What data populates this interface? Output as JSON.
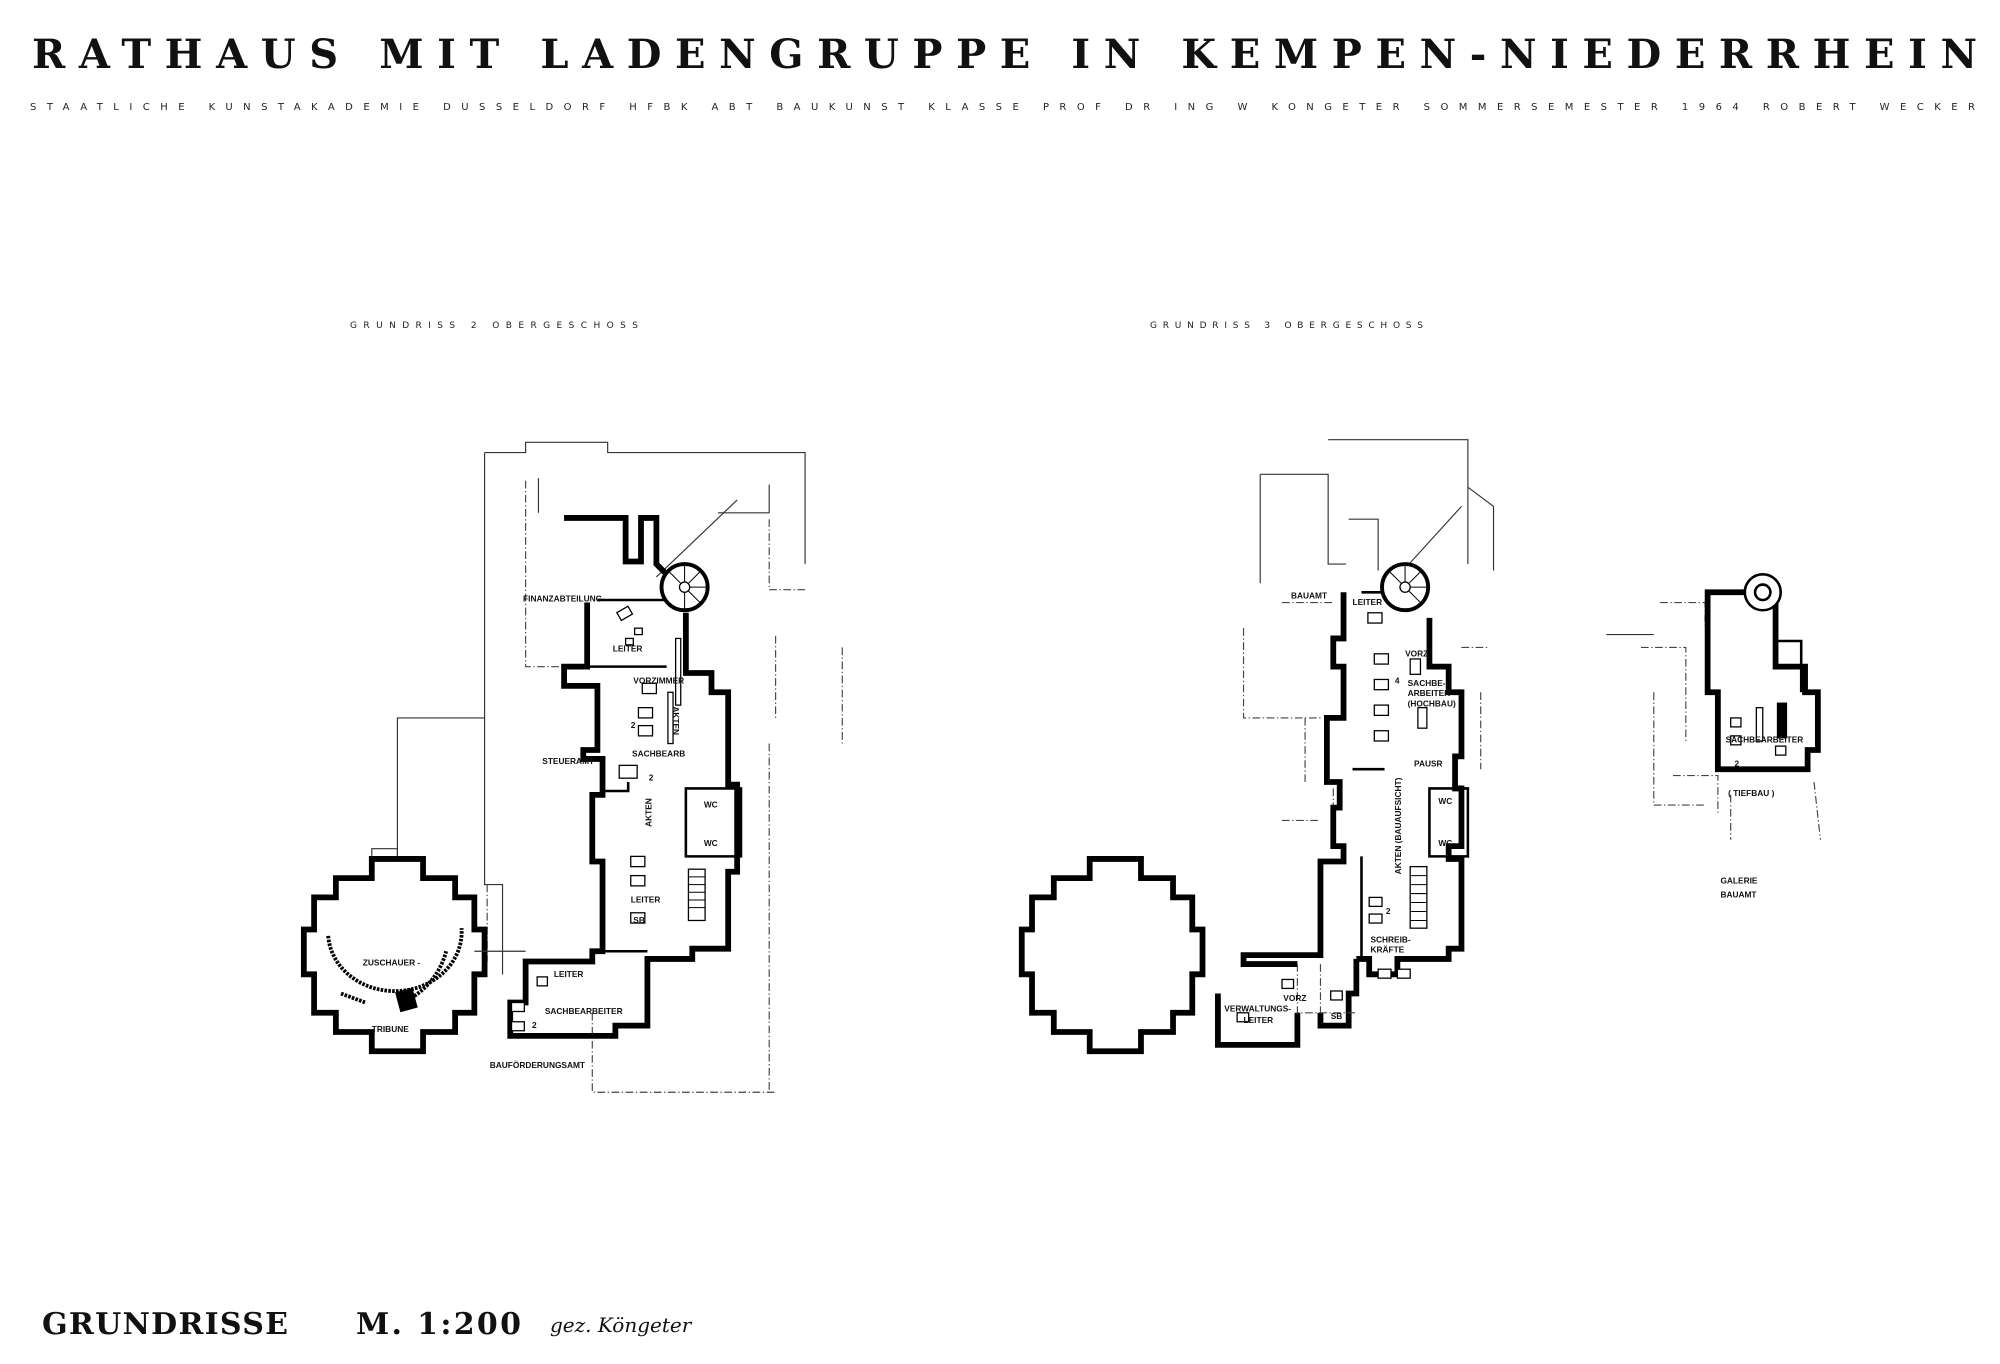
{
  "header": {
    "title": "RATHAUS MIT LADENGRUPPE IN KEMPEN-NIEDERRHEIN",
    "subtitle": "STAATLICHE KUNSTAKADEMIE DUSSELDORF HFBK ABT BAUKUNST KLASSE PROF DR ING W KONGETER SOMMERSEMESTER 1964 ROBERT WECKER"
  },
  "plans": [
    {
      "title": "GRUNDRISS 2 OBERGESCHOSS",
      "labels": {
        "finanz": "FINANZABTEILUNG",
        "leiter1": "LEITER",
        "vorzimmer": "VORZIMMER",
        "akten1": "AKTEN",
        "num2a": "2",
        "sachbearb": "SACHBEARB",
        "steueramt": "STEUERAMT",
        "num2b": "2",
        "akten2": "AKTEN",
        "wc1": "WC",
        "wc2": "WC",
        "leiter2": "LEITER",
        "sb": "SB",
        "zuschauer": "ZUSCHAUER -",
        "tribune": "TRIBUNE",
        "leiter3": "LEITER",
        "sachbearbeiter": "SACHBEARBEITER",
        "num2c": "2",
        "baufoerderung": "BAUFÖRDERUNGSAMT"
      }
    },
    {
      "title": "GRUNDRISS 3 OBERGESCHOSS",
      "labels": {
        "bauamt": "BAUAMT",
        "leiter": "LEITER",
        "vorz1": "VORZ",
        "sachbe": "SACHBE-",
        "arbeiter": "ARBEITER",
        "hochbau": "(HOCHBAU)",
        "num4": "4",
        "pausr": "PAUSR",
        "wc1": "WC",
        "wc2": "WC",
        "akten": "AKTEN (BAUAUFSICHT)",
        "num2": "2",
        "schreib": "SCHREIB-",
        "kraefte": "KRÄFTE",
        "verwaltungs": "VERWALTUNGS-",
        "leiter2": "LEITER",
        "vorz2": "VORZ",
        "sb": "SB"
      }
    },
    {
      "title": "GALERIE BAUAMT",
      "title_line1": "GALERIE",
      "title_line2": "BAUAMT",
      "labels": {
        "sachbearbeiter": "SACHBEARBEITER",
        "num2": "2",
        "tiefbau": "( TIEFBAU )"
      }
    }
  ],
  "footer": {
    "caption": "GRUNDRISSE",
    "scale": "M. 1:200",
    "signature": "gez. Köngeter"
  }
}
